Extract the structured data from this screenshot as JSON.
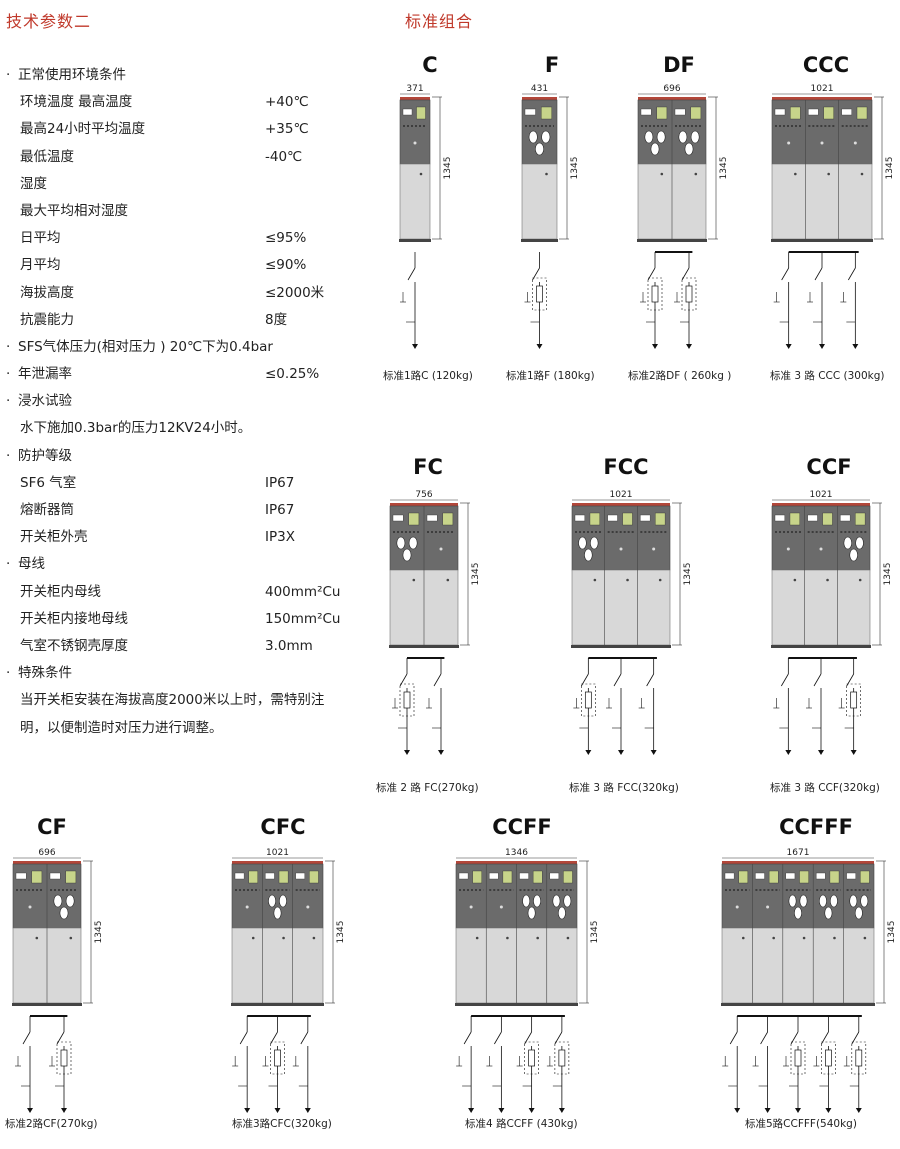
{
  "left_title": "技术参数二",
  "right_title": "标准组合",
  "specs": [
    {
      "type": "head",
      "label": "正常使用环境条件",
      "value": ""
    },
    {
      "type": "indent",
      "label": "环境温度 最高温度",
      "value": "+40℃"
    },
    {
      "type": "indent",
      "label": "最高24小时平均温度",
      "value": "+35℃"
    },
    {
      "type": "indent",
      "label": "最低温度",
      "value": "-40℃"
    },
    {
      "type": "indent",
      "label": "湿度",
      "value": ""
    },
    {
      "type": "indent",
      "label": "最大平均相对湿度",
      "value": ""
    },
    {
      "type": "indent",
      "label": "日平均",
      "value": "≤95%"
    },
    {
      "type": "indent",
      "label": "月平均",
      "value": "≤90%"
    },
    {
      "type": "indent",
      "label": "海拔高度",
      "value": "≤2000米"
    },
    {
      "type": "indent",
      "label": "抗震能力",
      "value": "8度"
    },
    {
      "type": "head",
      "label": "SFS气体压力(相对压力 ) 20℃下为0.4bar",
      "value": ""
    },
    {
      "type": "head",
      "label": "年泄漏率",
      "value": "≤0.25%"
    },
    {
      "type": "head",
      "label": "浸水试验",
      "value": ""
    },
    {
      "type": "indent",
      "label": "水下施加0.3bar的压力12KV24小时。",
      "value": ""
    },
    {
      "type": "head",
      "label": "防护等级",
      "value": ""
    },
    {
      "type": "indent",
      "label": "SF6 气室",
      "value": "IP67"
    },
    {
      "type": "indent",
      "label": "熔断器筒",
      "value": "IP67"
    },
    {
      "type": "indent",
      "label": "开关柜外壳",
      "value": "IP3X"
    },
    {
      "type": "head",
      "label": "母线",
      "value": ""
    },
    {
      "type": "indent",
      "label": "开关柜内母线",
      "value": "400mm²Cu"
    },
    {
      "type": "indent",
      "label": "开关柜内接地母线",
      "value": "150mm²Cu"
    },
    {
      "type": "indent",
      "label": "气室不锈钢壳厚度",
      "value": "3.0mm"
    },
    {
      "type": "head",
      "label": "特殊条件",
      "value": ""
    },
    {
      "type": "indent",
      "label": "当开关柜安装在海拔高度2000米以上时，需特别注",
      "value": ""
    },
    {
      "type": "indent",
      "label": "明，以便制造时对压力进行调整。",
      "value": ""
    }
  ],
  "combos": [
    {
      "id": "C",
      "title": "C",
      "width_label": "371",
      "height_label": "1345",
      "caption": "标准1路C (120kg)",
      "units": "C"
    },
    {
      "id": "F",
      "title": "F",
      "width_label": "431",
      "height_label": "1345",
      "caption": "标准1路F (180kg)",
      "units": "F"
    },
    {
      "id": "DF",
      "title": "DF",
      "width_label": "696",
      "height_label": "1345",
      "caption": "标准2路DF ( 260kg )",
      "units": "DF"
    },
    {
      "id": "CCC",
      "title": "CCC",
      "width_label": "1021",
      "height_label": "1345",
      "caption": "标准 3 路 CCC (300kg)",
      "units": "CCC"
    },
    {
      "id": "FC",
      "title": "FC",
      "width_label": "756",
      "height_label": "1345",
      "caption": "标准 2 路 FC(270kg)",
      "units": "FC"
    },
    {
      "id": "FCC",
      "title": "FCC",
      "width_label": "1021",
      "height_label": "1345",
      "caption": "标准 3 路 FCC(320kg)",
      "units": "FCC"
    },
    {
      "id": "CCF",
      "title": "CCF",
      "width_label": "1021",
      "height_label": "1345",
      "caption": "标准 3 路 CCF(320kg)",
      "units": "CCF"
    },
    {
      "id": "CF",
      "title": "CF",
      "width_label": "696",
      "height_label": "1345",
      "caption": "标准2路CF(270kg)",
      "units": "CF"
    },
    {
      "id": "CFC",
      "title": "CFC",
      "width_label": "1021",
      "height_label": "1345",
      "caption": "标准3路CFC(320kg)",
      "units": "CFC"
    },
    {
      "id": "CCFF",
      "title": "CCFF",
      "width_label": "1346",
      "height_label": "1345",
      "caption": "标准4 路CCFF (430kg)",
      "units": "CCFF"
    },
    {
      "id": "CCFFF",
      "title": "CCFFF",
      "width_label": "1671",
      "height_label": "1345",
      "caption": "标准5路CCFFF(540kg)",
      "units": "CCFFF"
    }
  ]
}
